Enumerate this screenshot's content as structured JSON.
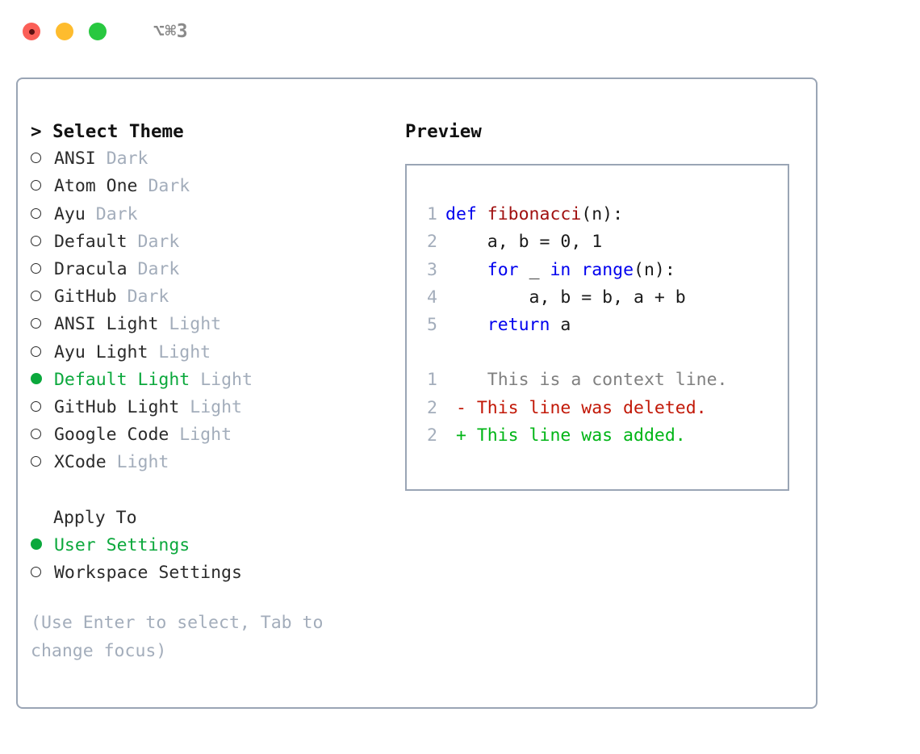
{
  "window": {
    "title": "⌥⌘3",
    "traffic_lights": [
      {
        "name": "close",
        "color": "#fb5f57"
      },
      {
        "name": "minimize",
        "color": "#febc2e"
      },
      {
        "name": "maximize",
        "color": "#28c840"
      }
    ]
  },
  "colors": {
    "accent_green": "#0ba83c",
    "muted": "#a3adbb",
    "border": "#9aa5b5",
    "keyword_blue": "#0000ee",
    "function_red": "#a01010",
    "diff_added": "#00b516",
    "diff_deleted": "#c21807",
    "diff_context": "#808080"
  },
  "theme_list": {
    "header": "> Select Theme",
    "caret": ">",
    "header_label": "Select Theme",
    "items": [
      {
        "marker": "circle-empty",
        "label": "ANSI",
        "suffix": "Dark",
        "selected": false
      },
      {
        "marker": "circle-empty",
        "label": "Atom One",
        "suffix": "Dark",
        "selected": false
      },
      {
        "marker": "circle-empty",
        "label": "Ayu",
        "suffix": "Dark",
        "selected": false
      },
      {
        "marker": "circle-empty",
        "label": "Default",
        "suffix": "Dark",
        "selected": false
      },
      {
        "marker": "circle-empty",
        "label": "Dracula",
        "suffix": "Dark",
        "selected": false
      },
      {
        "marker": "circle-empty",
        "label": "GitHub",
        "suffix": "Dark",
        "selected": false
      },
      {
        "marker": "circle-empty",
        "label": "ANSI Light",
        "suffix": "Light",
        "selected": false
      },
      {
        "marker": "circle-empty",
        "label": "Ayu Light",
        "suffix": "Light",
        "selected": false
      },
      {
        "marker": "circle-filled",
        "label": "Default Light",
        "suffix": "Light",
        "selected": true
      },
      {
        "marker": "circle-empty",
        "label": "GitHub Light",
        "suffix": "Light",
        "selected": false
      },
      {
        "marker": "circle-empty",
        "label": "Google Code",
        "suffix": "Light",
        "selected": false
      },
      {
        "marker": "circle-empty",
        "label": "XCode",
        "suffix": "Light",
        "selected": false
      }
    ]
  },
  "apply_to": {
    "header": "Apply To",
    "items": [
      {
        "marker": "circle-filled",
        "label": "User Settings",
        "selected": true
      },
      {
        "marker": "circle-empty",
        "label": "Workspace Settings",
        "selected": false
      }
    ]
  },
  "hint": "(Use Enter to select, Tab to change focus)",
  "preview": {
    "title": "Preview",
    "code_lines": [
      {
        "num": "1",
        "tokens": [
          {
            "t": "def ",
            "c": "kw"
          },
          {
            "t": "fibonacci",
            "c": "fn"
          },
          {
            "t": "(n):",
            "c": "pl"
          }
        ]
      },
      {
        "num": "2",
        "tokens": [
          {
            "t": "    a, b = 0, 1",
            "c": "pl"
          }
        ]
      },
      {
        "num": "3",
        "tokens": [
          {
            "t": "    ",
            "c": "pl"
          },
          {
            "t": "for",
            "c": "kw"
          },
          {
            "t": " _ ",
            "c": "pl"
          },
          {
            "t": "in",
            "c": "kw"
          },
          {
            "t": " ",
            "c": "pl"
          },
          {
            "t": "range",
            "c": "kw"
          },
          {
            "t": "(n):",
            "c": "pl"
          }
        ]
      },
      {
        "num": "4",
        "tokens": [
          {
            "t": "        a, b = b, a + b",
            "c": "pl"
          }
        ]
      },
      {
        "num": "5",
        "tokens": [
          {
            "t": "    ",
            "c": "pl"
          },
          {
            "t": "return",
            "c": "kw"
          },
          {
            "t": " a",
            "c": "pl"
          }
        ]
      }
    ],
    "diff_lines": [
      {
        "num": "1",
        "sign": " ",
        "text": "  This is a context line.",
        "kind": "context"
      },
      {
        "num": "2",
        "sign": "-",
        "text": " This line was deleted.",
        "kind": "deleted"
      },
      {
        "num": "2",
        "sign": "+",
        "text": " This line was added.",
        "kind": "added"
      }
    ]
  }
}
